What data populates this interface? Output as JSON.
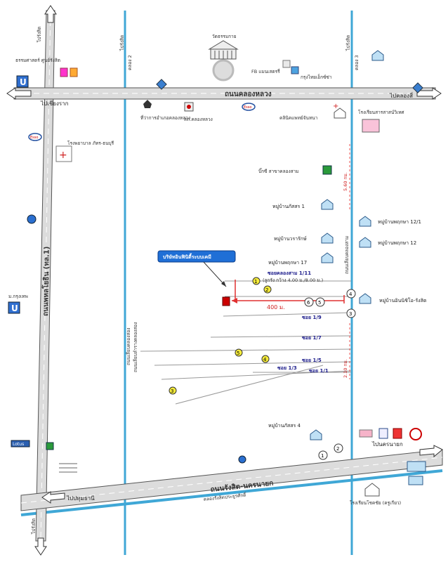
{
  "roads": {
    "khlong_luang": "ถนนคลองหลวง",
    "rangsit_nakhon_nayok": "ถนนรังสิต-นครนายก",
    "rangsit_canal": "คลองรังสิตประยูรศักดิ์",
    "phahonyothin": "ถนนพหลโยธิน (ทล.1)",
    "khlong_2": "คลอง 2",
    "khlong_3": "คลอง 3",
    "khlong_3_side_road": "ถนนเลียบคลองสาม",
    "khlong_2_side_road": "ถนนเลียบคลองสอง",
    "khlong_2_side_road_b": "ถนนเลียบลำรางคลองสอง",
    "khlong_3_east_road": "ถนนเลียบคลองสาม"
  },
  "directions": {
    "to_chiang_rak": "ไปเชียงราก",
    "to_khlong_si": "ไปคลองสี่",
    "to_pathum": "ไปปทุมธานี",
    "to_nakhon_nayok": "ไปนครนายก",
    "to_rangsit": "ไปรังสิต"
  },
  "landmarks": {
    "temple": "วัดธรรมกาย",
    "fb_apartment": "FB แมนเสตรรี่",
    "krungthai": "กรุงไทยเอ็กซ์ซ่า",
    "dharmasastra_univ": "ธรรมศาสตร์ ศูนย์รังสิต",
    "district_office": "ที่ว่าการอำเภอคลองหลวง",
    "police": "สภ.คลองหลวง",
    "clinic": "คลินิคแพทย์จันทนา",
    "school_top": "โรงเรียนสารสาสน์วิเทศ",
    "hospital": "โรงพยาบาล ภัทร-ธนบุรี",
    "big_c": "บิ๊กซี สาขาคลองสาม",
    "univ_krungthep": "ม.กรุงเทพ",
    "lotus": "Lotus",
    "school_bottom": "โรงเรียนโชคชัย (ครูเกียว)",
    "highlight": "บริษัทอินฟินิตี้ระบบเคมี"
  },
  "villages": {
    "phatsorn1": "หมู่บ้านภัสสร 1",
    "worarak": "หมู่บ้านวรารักษ์",
    "phruksa17": "หมู่บ้านพฤกษา 17",
    "phruksa12_1": "หมู่บ้านพฤกษา 12/1",
    "phruksa12": "หมู่บ้านพฤกษา 12",
    "inthanin": "หมู่บ้านอินนิชิโอ-รังสิต",
    "phatsorn4": "หมู่บ้านภัสสร 4"
  },
  "soi": {
    "soi_1_11": "ซอยคลองสาม 1/11",
    "soi_1_11_note": "(ลูกรัง กว้าง 4.00 ม./8.00 ม.)",
    "soi_1_9": "ซอย 1/9",
    "soi_1_7": "ซอย 1/7",
    "soi_1_5": "ซอย 1/5",
    "soi_1_3": "ซอย 1/3",
    "soi_1_1": "ซอย 1/1"
  },
  "distances": {
    "d400": "400 ม.",
    "d560": "5.60 กม.",
    "d210": "2.10 กม."
  },
  "markers": [
    "1",
    "2",
    "3",
    "4",
    "5",
    "6"
  ],
  "colors": {
    "canal": "#3fa7d6",
    "road_fill": "#dcdcdc",
    "highlight": "#1f6fd6",
    "route": "#e03030",
    "marker": "#f6ec3a"
  }
}
